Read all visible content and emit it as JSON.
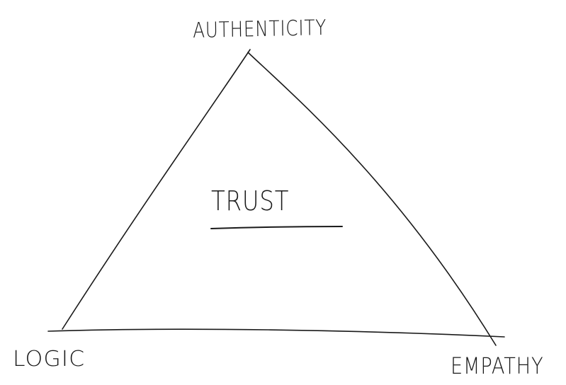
{
  "diagram": {
    "type": "triangle",
    "center_label": "TRUST",
    "vertices": {
      "top": "AUTHENTICITY",
      "bottom_left": "LOGIC",
      "bottom_right": "EMPATHY"
    },
    "stroke_color": "#1a1a1a",
    "background_color": "#ffffff"
  }
}
